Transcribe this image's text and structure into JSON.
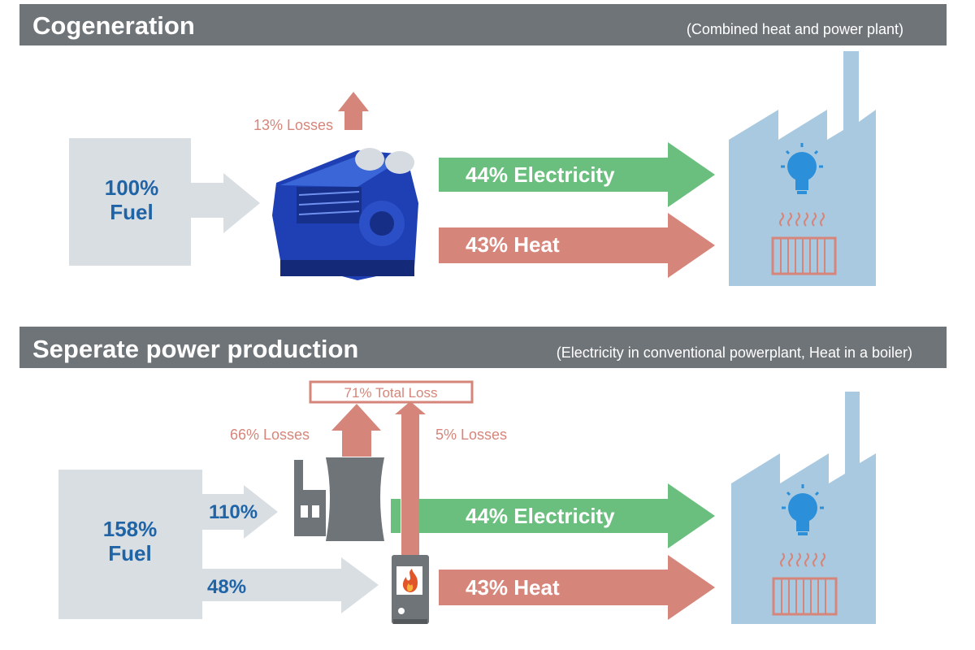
{
  "colors": {
    "header_bg": "#6f7478",
    "fuel_box": "#d9dee3",
    "electricity": "#6bbf7e",
    "heat": "#d6857a",
    "loss": "#d6857a",
    "factory": "#a8c9e0",
    "engine": "#1f3fb5",
    "plant": "#6f7478",
    "label_blue": "#1f64a6",
    "bulb": "#2c8fd9"
  },
  "cogeneration": {
    "title": "Cogeneration",
    "subtitle": "(Combined heat and power plant)",
    "fuel_pct": "100%",
    "fuel_label": "Fuel",
    "losses": "13% Losses",
    "electricity": "44% Electricity",
    "heat": "43% Heat"
  },
  "separate": {
    "title": "Seperate power production",
    "subtitle": "(Electricity in conventional powerplant, Heat in a boiler)",
    "fuel_pct": "158%",
    "fuel_label": "Fuel",
    "to_plant_pct": "110%",
    "to_boiler_pct": "48%",
    "total_loss": "71% Total Loss",
    "plant_losses": "66% Losses",
    "boiler_losses": "5% Losses",
    "electricity": "44% Electricity",
    "heat": "43% Heat"
  },
  "icons": [
    "engine-icon",
    "power-plant-icon",
    "boiler-icon",
    "factory-icon",
    "light-bulb-icon",
    "radiator-icon",
    "fire-icon"
  ]
}
